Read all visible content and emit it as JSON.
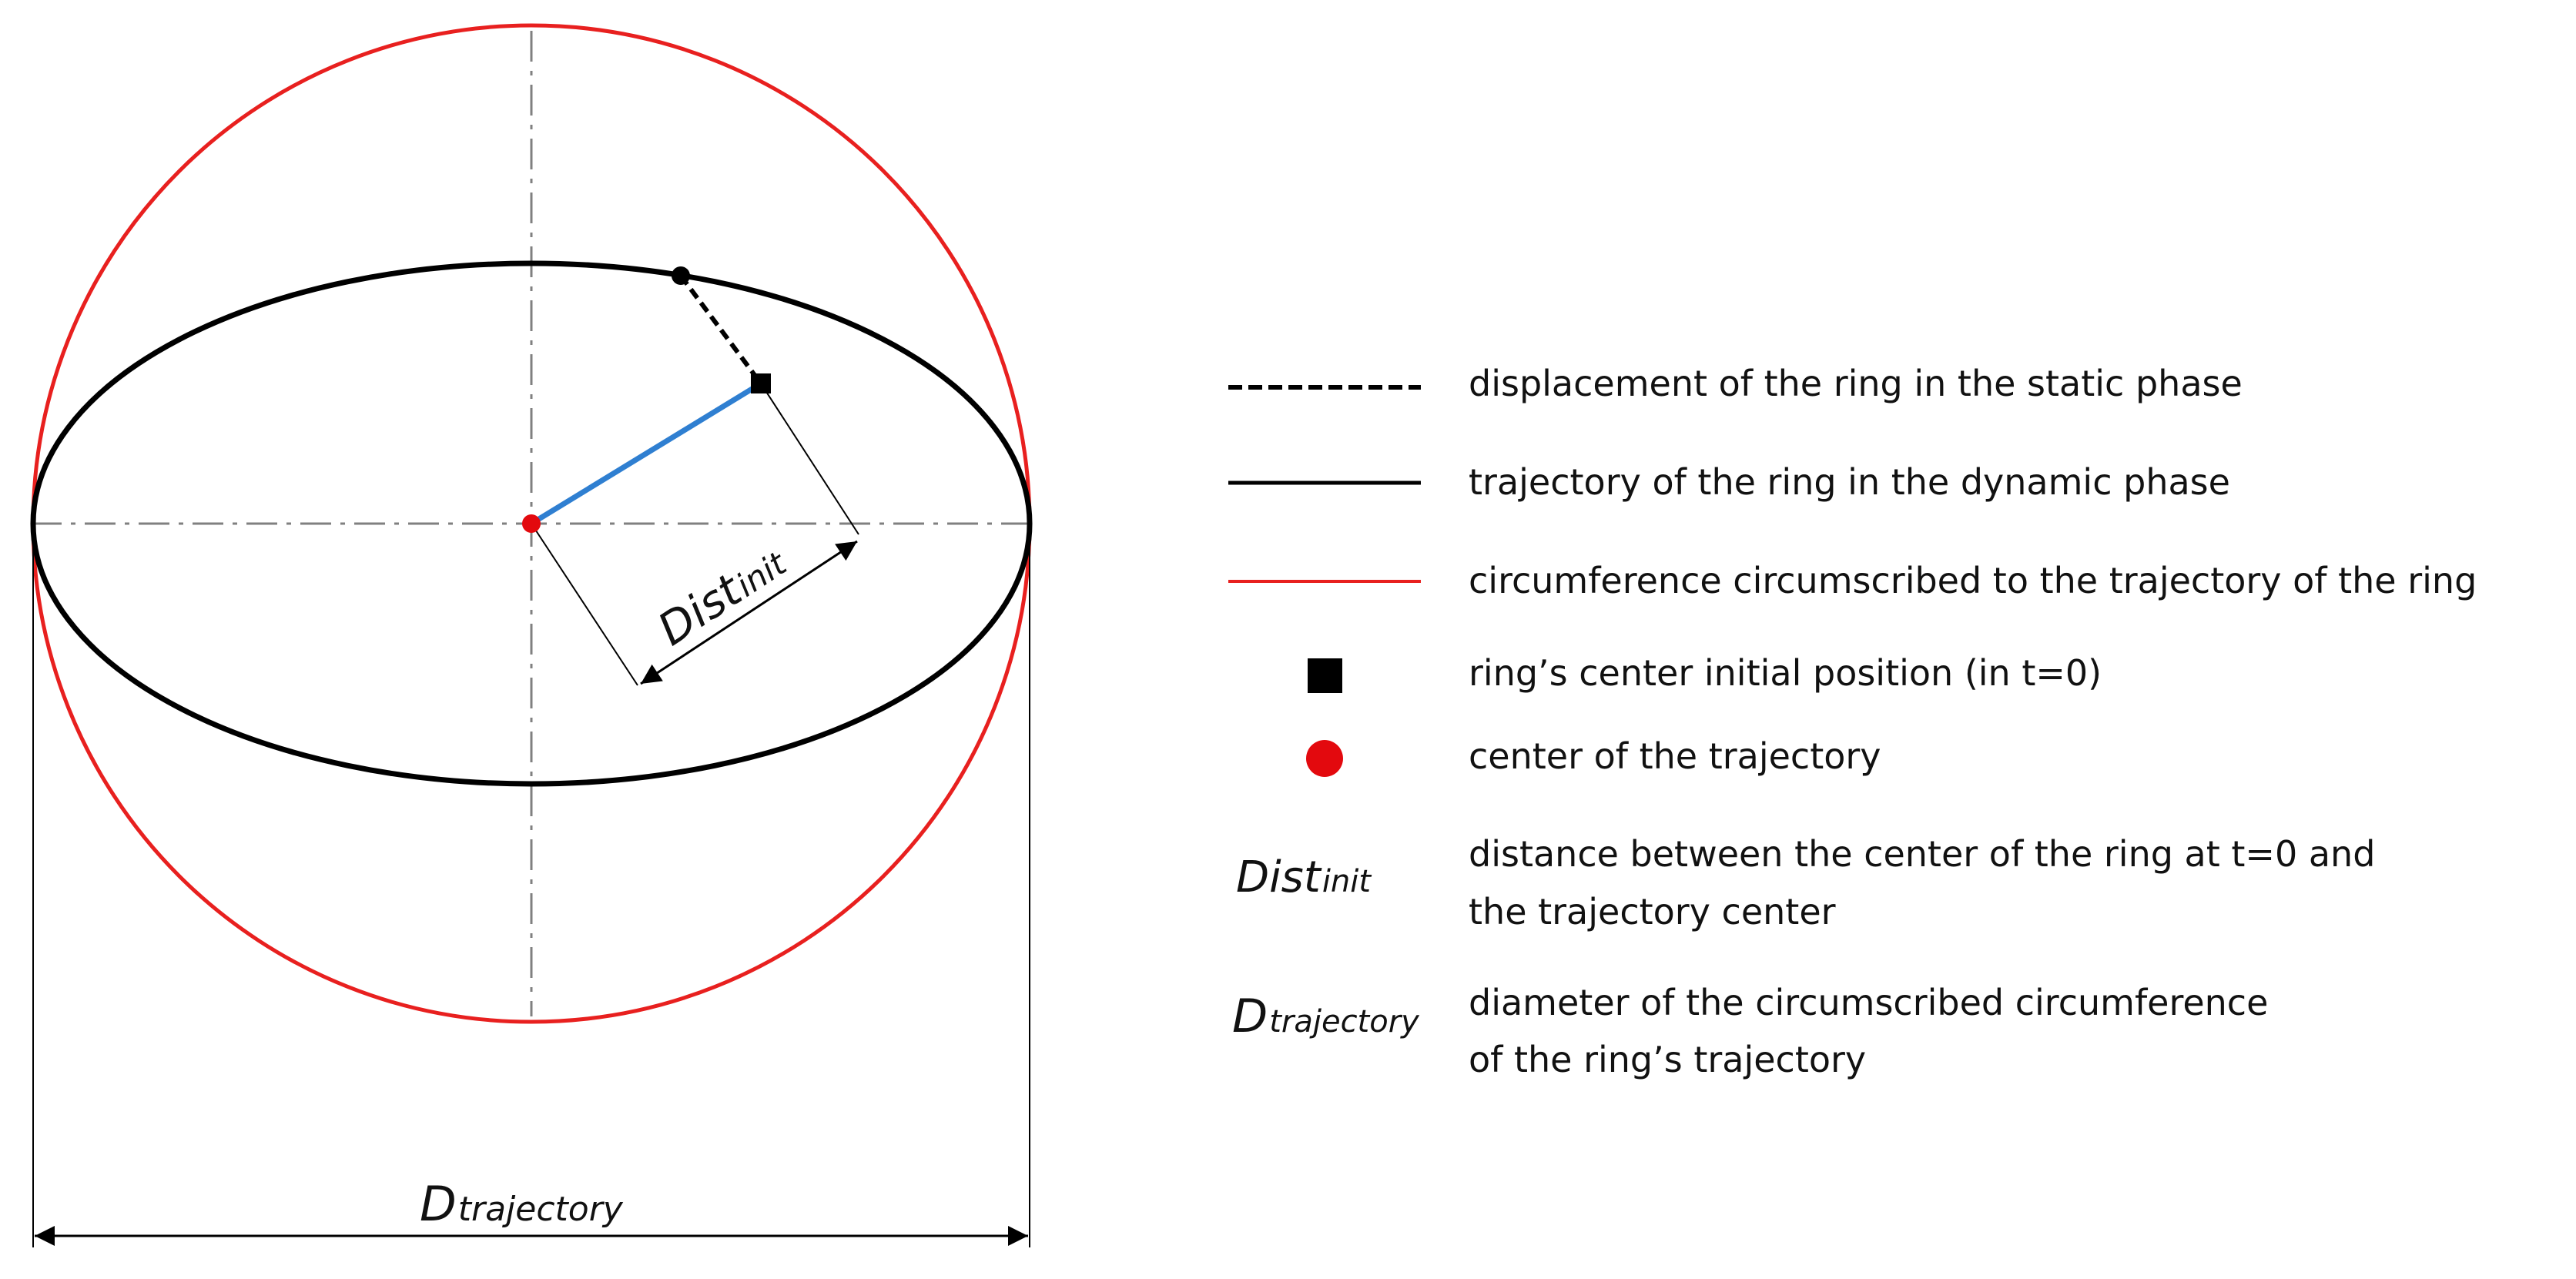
{
  "diagram": {
    "dim_dist_main": "Dist",
    "dim_dist_sub": "init",
    "dim_dtraj_main": "D",
    "dim_dtraj_sub": "trajectory"
  },
  "legend": {
    "items": [
      {
        "id": "static-displacement",
        "symbol": "dashed-line-black",
        "text": "displacement of the ring in the static phase"
      },
      {
        "id": "dynamic-trajectory",
        "symbol": "solid-line-black",
        "text": "trajectory of the ring in the dynamic phase"
      },
      {
        "id": "circumscribed-circle",
        "symbol": "solid-line-red",
        "text": "circumference circumscribed to the trajectory of the ring"
      },
      {
        "id": "initial-position",
        "symbol": "black-square",
        "text": "ring’s center initial position (in t=0)"
      },
      {
        "id": "trajectory-center",
        "symbol": "red-dot",
        "text": "center of the trajectory"
      }
    ],
    "dist": {
      "sym_main": "Dist",
      "sym_sub": "init",
      "line1": "distance between the center of the ring at t=0 and",
      "line2": "the trajectory center"
    },
    "dtraj": {
      "sym_main": "D",
      "sym_sub": "trajectory",
      "line1": "diameter of the circumscribed circumference",
      "line2": "of the ring’s trajectory"
    }
  },
  "colors": {
    "circle": "#e8201f",
    "ellipse": "#000000",
    "radius": "#2f7fd1",
    "center": "#e3090e",
    "axis": "#808080"
  }
}
